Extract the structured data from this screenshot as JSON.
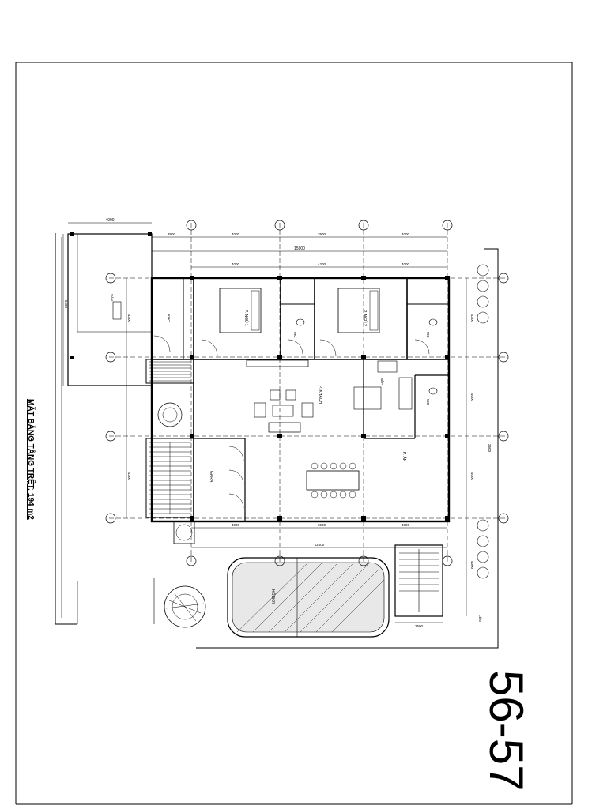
{
  "drawing": {
    "title": "MẶT BẰNG TẦNG TRỆT: 194 m2",
    "sheet_number": "56-57"
  },
  "dimensions": {
    "top_overall": "15900",
    "top_segments": [
      "3900",
      "4000",
      "3900",
      "4000"
    ],
    "inner_segments": [
      "4000",
      "4200",
      "4000"
    ],
    "bottom_overall": "12000",
    "bottom_segments": [
      "4000",
      "3900",
      "4000"
    ],
    "left_block_width": "4000",
    "stair_width": "2600",
    "right_side": [
      "4300",
      "4000",
      "4000",
      "4000",
      "2600"
    ],
    "room_depth": [
      "4300",
      "4300"
    ],
    "terrace_depth": "5600"
  },
  "rooms": {
    "bedroom_1": "P. NGỦ 1",
    "bedroom_2": "P. NGỦ 2",
    "wc_1": "WC",
    "wc_2": "WC",
    "wc_3": "WC",
    "living": "P. KHÁCH",
    "dining": "P. ĂN",
    "kitchen": "BẾP",
    "garage": "GARA",
    "stair_up": "LÊN",
    "storage": "KHO",
    "pool": "HỒ BƠI",
    "drive": "SÂN"
  }
}
